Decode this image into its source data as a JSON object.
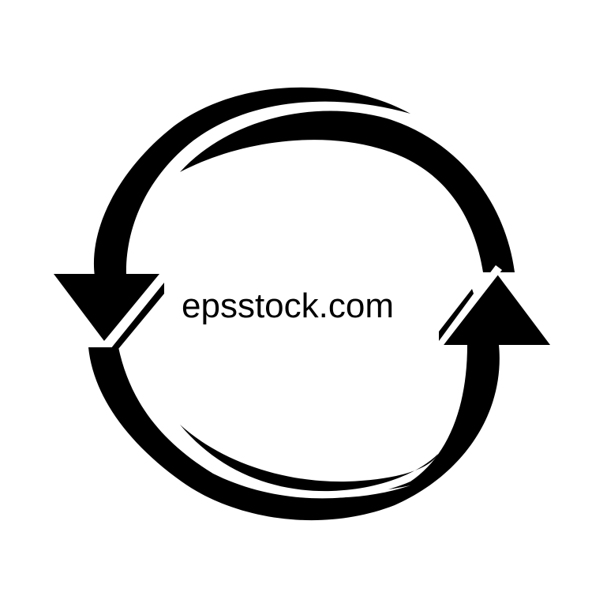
{
  "logo": {
    "text": "epsstock.com",
    "icon": "circular-refresh-arrows-icon",
    "colors": {
      "foreground": "#000000",
      "background": "#ffffff"
    },
    "arrows": [
      {
        "name": "left-arrow",
        "direction": "down"
      },
      {
        "name": "right-arrow",
        "direction": "up"
      }
    ]
  }
}
